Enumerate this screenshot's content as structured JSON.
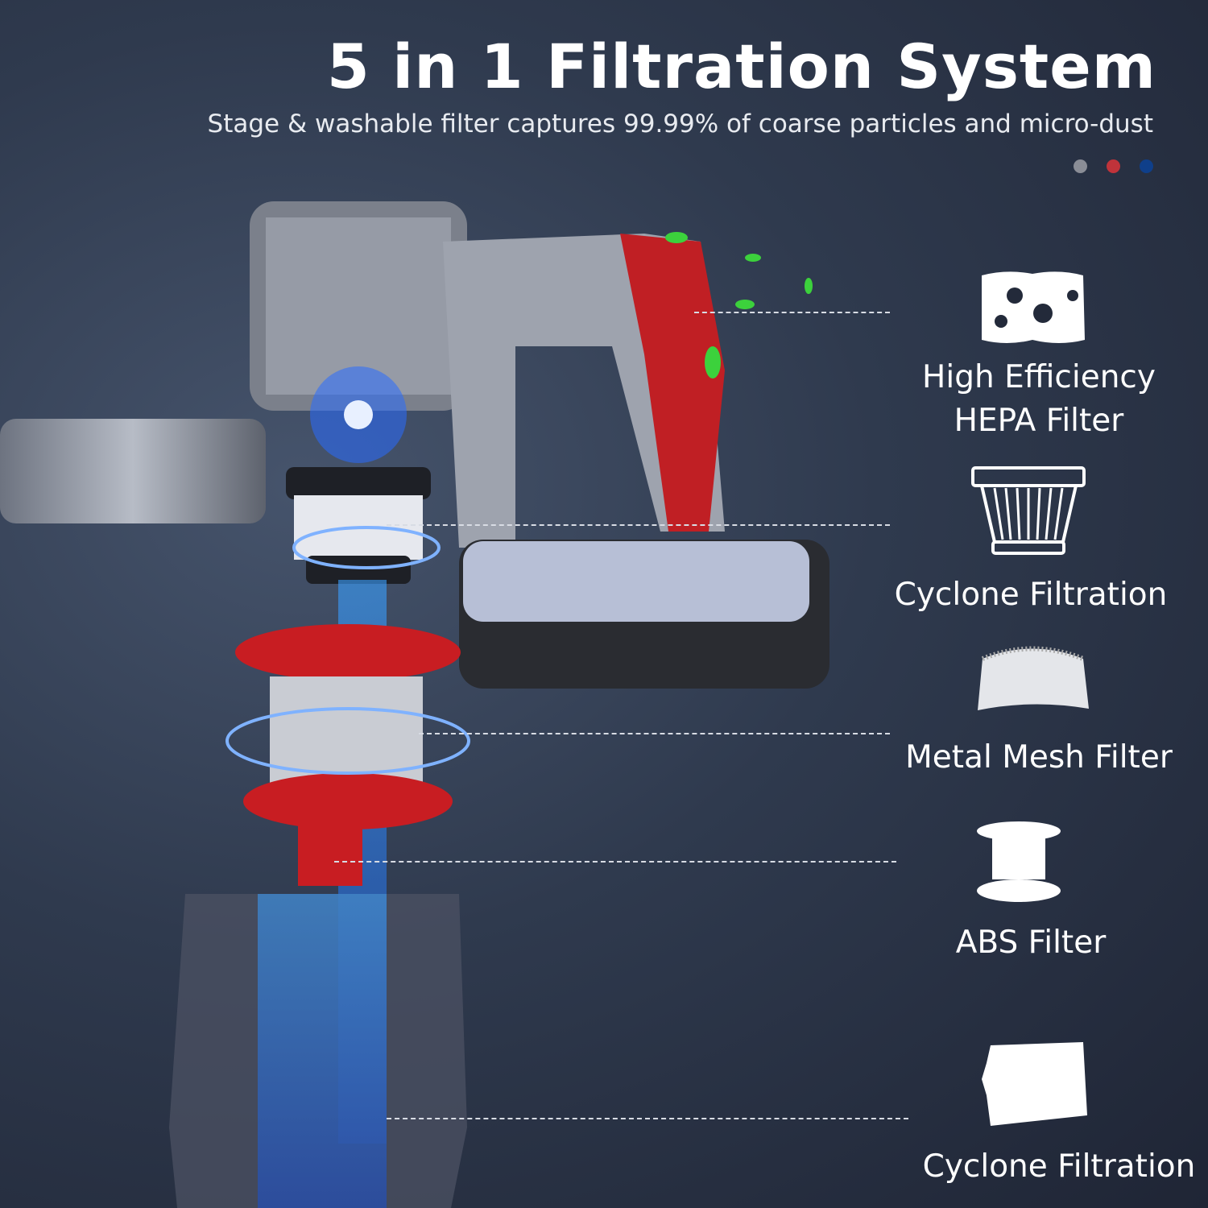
{
  "header": {
    "title": "5 in 1 Filtration System",
    "subtitle": "Stage & washable filter captures 99.99% of coarse particles and micro-dust"
  },
  "color_options": [
    "#8a8d96",
    "#c0333a",
    "#0f3f8a"
  ],
  "filters": [
    {
      "label_line1": "High Efficiency",
      "label_line2": "HEPA Filter",
      "icon": "sponge-icon"
    },
    {
      "label": "Cyclone Filtration",
      "icon": "pleated-filter-icon"
    },
    {
      "label": "Metal Mesh Filter",
      "icon": "mesh-filter-icon"
    },
    {
      "label": "ABS Filter",
      "icon": "abs-filter-icon"
    },
    {
      "label": "Cyclone Filtration",
      "icon": "cyclone-cup-icon"
    }
  ]
}
